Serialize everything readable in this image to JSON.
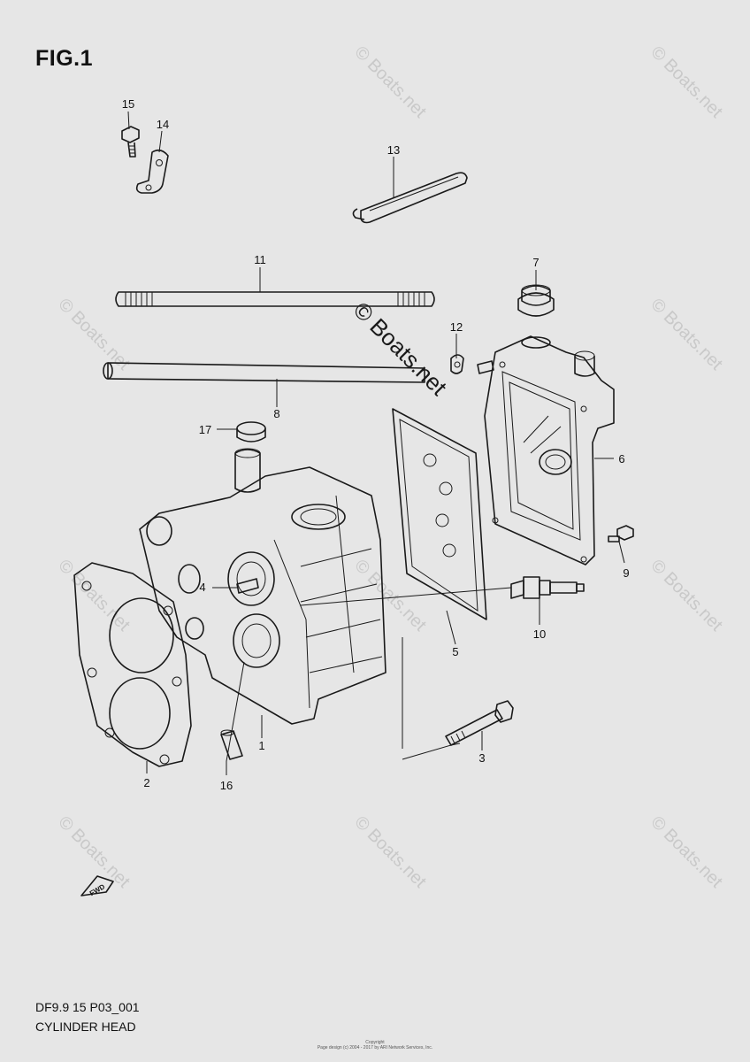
{
  "figure": {
    "title": "FIG.1",
    "model_code": "DF9.9 15 P03_001",
    "section_name": "CYLINDER HEAD"
  },
  "watermark": {
    "text": "© Boats.net",
    "main_text": "© Boats.net"
  },
  "fwd_arrow_label": "FWD",
  "copyright": {
    "line1": "Copyright",
    "line2": "Page design (c) 2004 - 2017 by ARI Network Services, Inc."
  },
  "callouts": {
    "c1": "1",
    "c2": "2",
    "c3": "3",
    "c4": "4",
    "c5": "5",
    "c6": "6",
    "c7": "7",
    "c8": "8",
    "c9": "9",
    "c10": "10",
    "c11": "11",
    "c12": "12",
    "c13": "13",
    "c14": "14",
    "c15": "15",
    "c16": "16",
    "c17": "17"
  }
}
